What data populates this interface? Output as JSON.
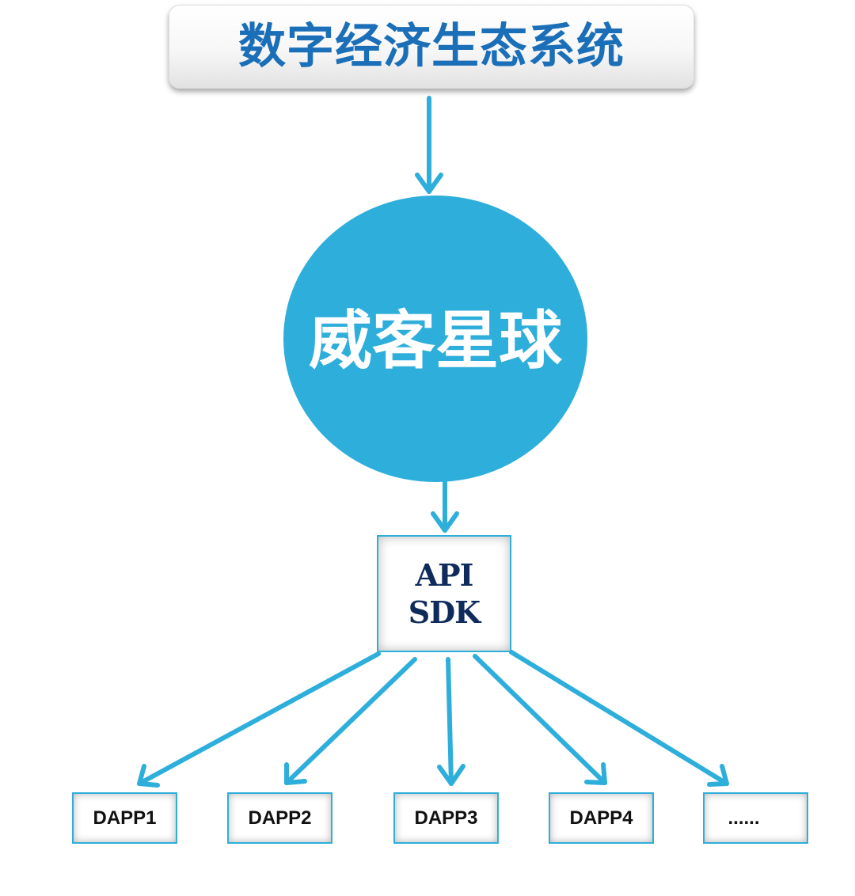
{
  "title": "数字经济生态系统",
  "center": "威客星球",
  "api_box": {
    "line1": "API",
    "line2": "SDK"
  },
  "dapps": [
    "DAPP1",
    "DAPP2",
    "DAPP3",
    "DAPP4",
    "......"
  ],
  "colors": {
    "accent": "#2eaedb",
    "title_text": "#1b6fb8",
    "api_text": "#0f2b5c",
    "dapp_text": "#111111"
  }
}
